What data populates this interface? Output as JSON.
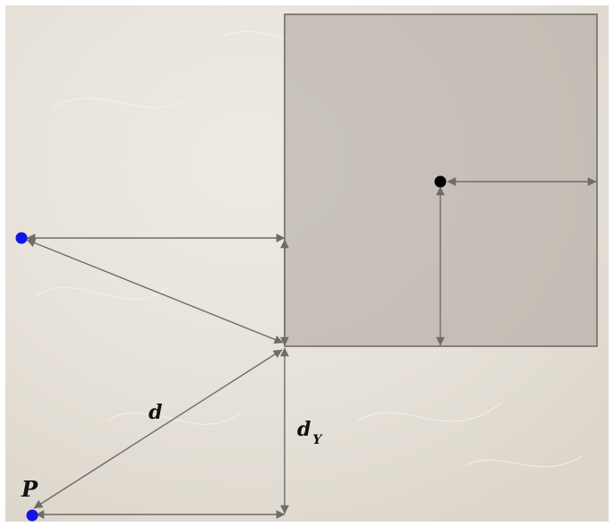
{
  "labels": {
    "distance": "d",
    "distance_y": "d",
    "distance_y_subscript": "Y",
    "point": "P"
  },
  "colors": {
    "paper": "#e9e4dc",
    "paper_shade": "#ddd7cd",
    "box_fill": "#a9a39b",
    "box_stroke": "#6b6662",
    "arrow": "#6f6b68",
    "point_marker": "#1414e6",
    "center_marker": "#000000",
    "text": "#111111"
  }
}
